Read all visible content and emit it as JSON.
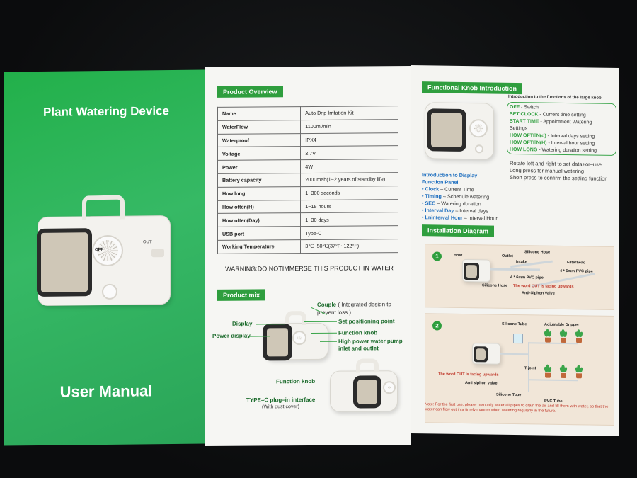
{
  "cover": {
    "title": "Plant Watering Device",
    "footer": "User Manual",
    "knob_label": "OFF",
    "port_label": "OUT"
  },
  "overview": {
    "tag": "Product Overview",
    "specs": [
      {
        "k": "Name",
        "v": "Auto Drip Irrifation Kit"
      },
      {
        "k": "WaterFlow",
        "v": "1100ml/min"
      },
      {
        "k": "Waterproof",
        "v": "IPX4"
      },
      {
        "k": "Voltage",
        "v": "3.7V"
      },
      {
        "k": "Power",
        "v": "4W"
      },
      {
        "k": "Battery capacity",
        "v": "2000mah(1~2 years of standby life)"
      },
      {
        "k": "How long",
        "v": "1~300 seconds"
      },
      {
        "k": "How often(H)",
        "v": "1~15 hours"
      },
      {
        "k": "How often(Day)",
        "v": "1~30 days"
      },
      {
        "k": "USB port",
        "v": "Type-C"
      },
      {
        "k": "Working Temperature",
        "v": "3℃~50℃(37°F~122°F)"
      }
    ],
    "warning": "WARNING:DO NOTIMMERSE THIS PRODUCT IN WATER"
  },
  "product_mix": {
    "tag": "Product mix",
    "couple": "Couple",
    "couple_note": "( Integrated design to",
    "couple_note2": "prevent loss )",
    "display": "Display",
    "power_display": "Power display",
    "set_point": "Set positioning point",
    "function_knob_right": "Function knob",
    "pump": "High power water pump",
    "pump2": "inlet and outlet",
    "function_knob_bottom": "Function knob",
    "typec": "TYPE–C plug–in interface",
    "typec_note": "(With dust cover)"
  },
  "knob": {
    "tag": "Functional Knob Introduction",
    "intro": "Introduction to the functions of the large knob",
    "items": [
      {
        "k": "OFF",
        "v": " - Switch"
      },
      {
        "k": "SET CLOCK",
        "v": " - Current time setting"
      },
      {
        "k": "START TIME",
        "v": " - Appointment Watering"
      },
      {
        "k": "",
        "v": "Settings"
      },
      {
        "k": "HOW OFTEN(d)",
        "v": " - Interval days setting"
      },
      {
        "k": "HOW OFTEN(H)",
        "v": " - Interval hour setting"
      },
      {
        "k": "HOW LONG",
        "v": " - Watering duration setting"
      }
    ],
    "rotate": [
      "Rotate left and right to set data+or–use",
      "Long press for manual watering",
      "Short press to confirm the setting function"
    ],
    "display_head": "Introduction to Display",
    "display_head2": "Function Panel",
    "display_items": [
      {
        "k": "Clock",
        "v": " – Current Time"
      },
      {
        "k": "Timing",
        "v": " – Schedule watering"
      },
      {
        "k": "SEC",
        "v": " – Watering duration"
      },
      {
        "k": "Interval Day",
        "v": " – Interval days"
      },
      {
        "k": "Lninterval Hour",
        "v": " – Interval Hour"
      }
    ]
  },
  "installation": {
    "tag": "Installation Diagram",
    "d1": {
      "num": "1",
      "host": "Host",
      "outlet": "Outlet",
      "intake": "Intake",
      "silicone_hose": "Silicone Hose",
      "filterhead": "Filterhead",
      "pvc1": "4 * 6mm PVC pipe",
      "pvc2": "4 * 6mm PVC pipe",
      "silicone_hose2": "Silicone Hose",
      "out_up": "The word OUT is facing upwards",
      "anti": "Anti-Siphon Valve"
    },
    "d2": {
      "num": "2",
      "silicone_tube": "Silicone Tube",
      "dripper": "Adjustable Dripper",
      "tjoint": "T-joint",
      "out_up": "The word OUT is facing upwards",
      "anti": "Anti siphon valve",
      "silicone_tube2": "Silicone Tube",
      "pvc_tube": "PVC Tube"
    },
    "note": "Note: For the first use, please manually water all pipes to drain the air and fill them with water, so that the water can flow out in a timely manner when watering regularly in the future."
  },
  "colors": {
    "cover_green": "#2aa558",
    "accent_green": "#2f9e3e",
    "accent_blue": "#1f6fbf",
    "warning_red": "#c0392b"
  }
}
